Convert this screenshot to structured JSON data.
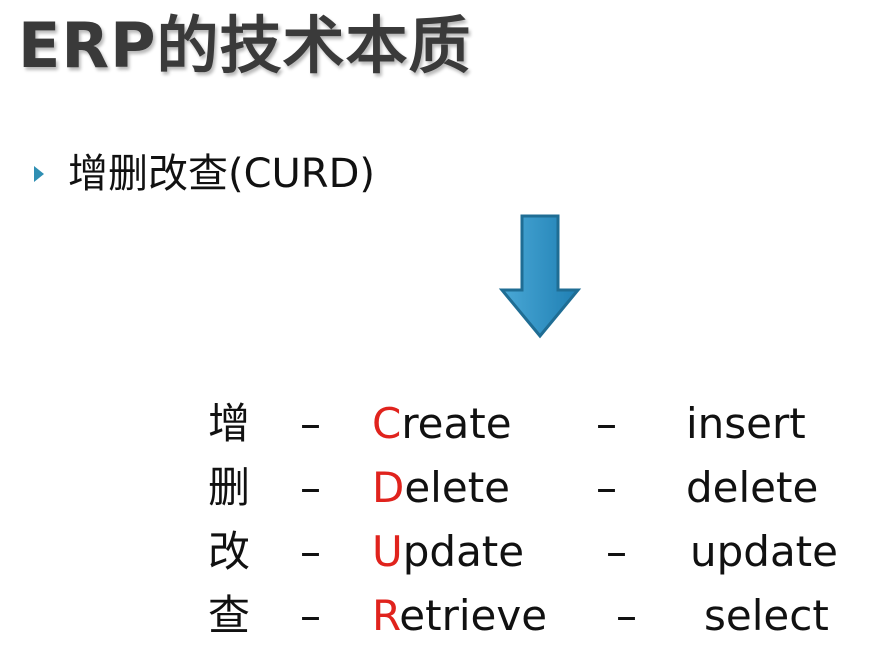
{
  "title": "ERP的技术本质",
  "bullet": {
    "text": "增删改查(CURD)"
  },
  "arrow": {
    "icon": "down-arrow-icon",
    "fill": "#2e8fbf",
    "stroke": "#1f6d94"
  },
  "accent_color": "#e0231d",
  "rows": [
    {
      "cn": "增",
      "dash1": "–",
      "initial": "C",
      "rest": "reate",
      "dash2": "–",
      "sql": "insert"
    },
    {
      "cn": "删",
      "dash1": "–",
      "initial": "D",
      "rest": "elete",
      "dash2": "–",
      "sql": "delete"
    },
    {
      "cn": "改",
      "dash1": "–",
      "initial": "U",
      "rest": "pdate",
      "dash2": "–",
      "sql": "update"
    },
    {
      "cn": "查",
      "dash1": "–",
      "initial": "R",
      "rest": "etrieve",
      "dash2": "–",
      "sql": "select"
    }
  ]
}
